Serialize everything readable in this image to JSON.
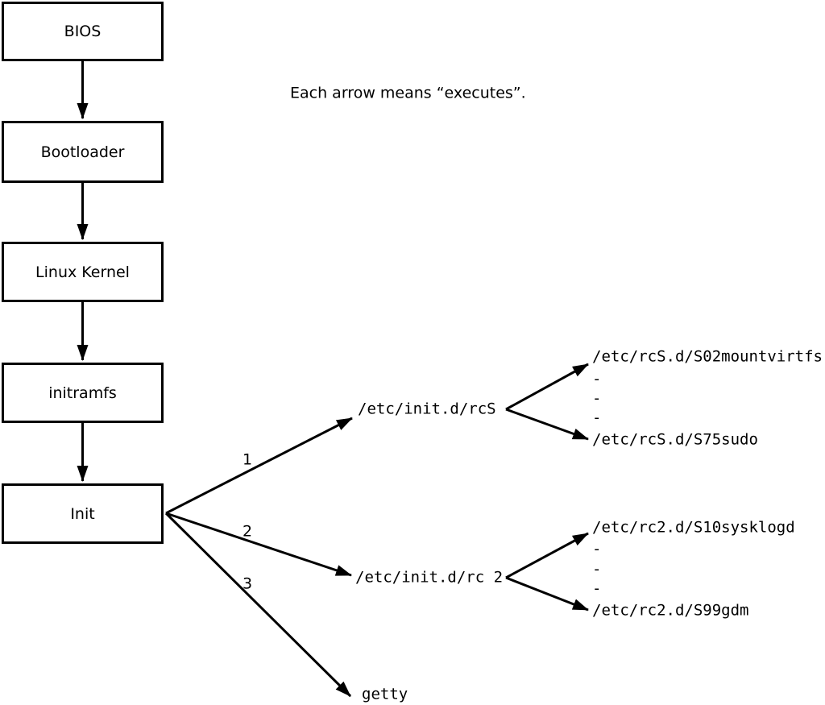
{
  "note": "Each arrow means “executes”.",
  "chain": {
    "items": [
      {
        "label": "BIOS"
      },
      {
        "label": "Bootloader"
      },
      {
        "label": "Linux Kernel"
      },
      {
        "label": "initramfs"
      },
      {
        "label": "Init"
      }
    ]
  },
  "branches": [
    {
      "number": "1",
      "target": "/etc/init.d/rcS",
      "children": [
        "/etc/rcS.d/S02mountvirtfs",
        "-",
        "-",
        "-",
        "/etc/rcS.d/S75sudo"
      ]
    },
    {
      "number": "2",
      "target": "/etc/init.d/rc 2",
      "children": [
        "/etc/rc2.d/S10sysklogd",
        "-",
        "-",
        "-",
        "/etc/rc2.d/S99gdm"
      ]
    },
    {
      "number": "3",
      "target": "getty",
      "children": []
    }
  ],
  "colors": {
    "line": "#000000",
    "background": "#ffffff",
    "box_fill": "#ffffff"
  }
}
